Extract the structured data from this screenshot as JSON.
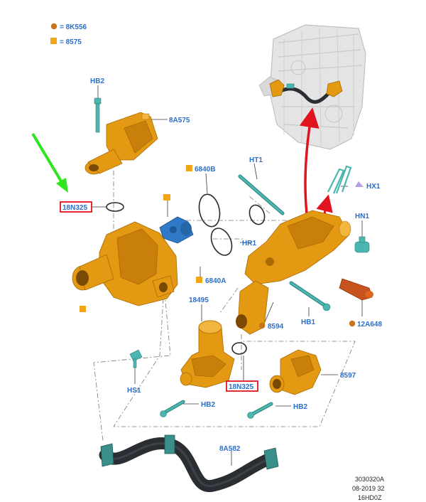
{
  "legend": [
    {
      "label": "= 8K556",
      "color": "#c9731e",
      "shape": "circle"
    },
    {
      "label": "= 8575",
      "color": "#f2a516",
      "shape": "square"
    }
  ],
  "labels": {
    "hb2_top": "HB2",
    "l8a575": "8A575",
    "l18n325_a": "18N325",
    "l6840b": "6840B",
    "ht1": "HT1",
    "hx1": "HX1",
    "hn1": "HN1",
    "hr1": "HR1",
    "l6840a": "6840A",
    "l18495": "18495",
    "l8594": "8594",
    "hb1": "HB1",
    "l12a648": "12A648",
    "hs1": "HS1",
    "l18n325_b": "18N325",
    "l8597": "8597",
    "hb2_mid": "HB2",
    "hb2_right": "HB2",
    "l8a582": "8A582"
  },
  "reference": {
    "line1": "3030320A",
    "line2": "08-2019 32",
    "line3": "16HD0Z"
  },
  "colors": {
    "label": "#2a6fc9",
    "highlight_box": "#e0141e",
    "pointer_arrow": "#2ee51e",
    "flow_arrow": "#e0141e",
    "part_body": "#e39a12",
    "fastener": "#4bb6b0",
    "hose": "#2a2e33",
    "hx1_marker": "#b79ce0"
  }
}
